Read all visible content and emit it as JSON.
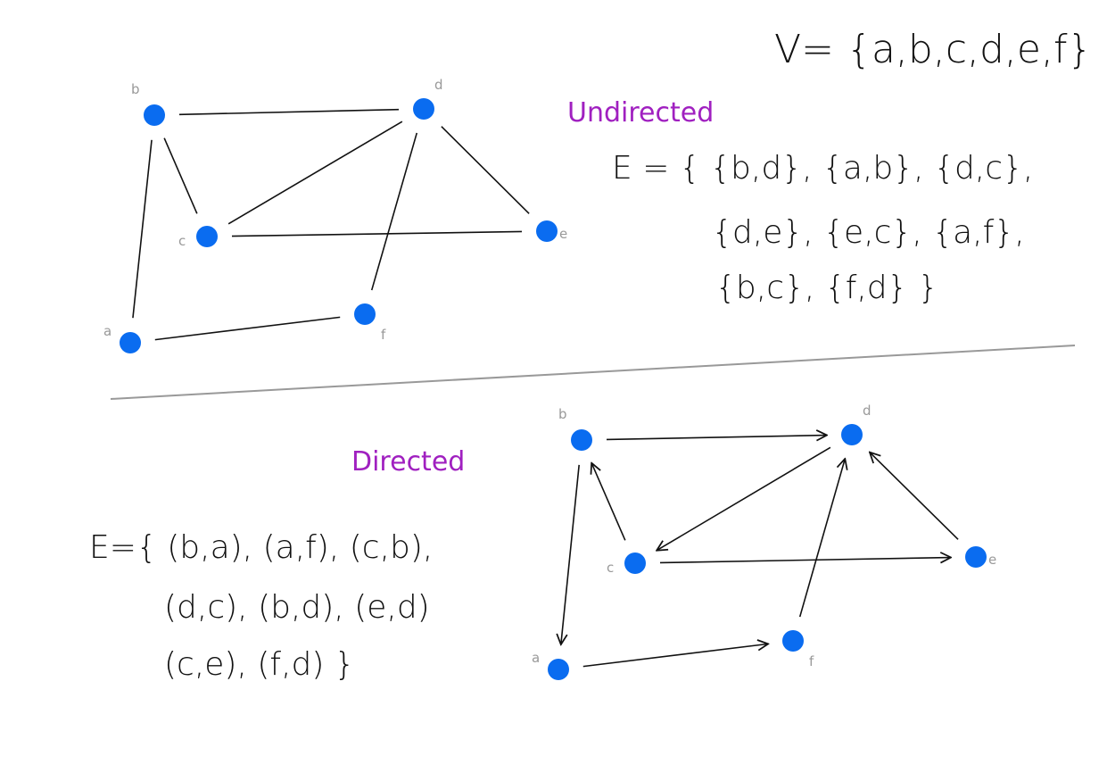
{
  "colors": {
    "node": "#0a6cf0",
    "title": "#a020c0",
    "divider": "#999999",
    "label": "#999999"
  },
  "vertex_set": "V= {a,b,c,d,e,f}",
  "undirected": {
    "title": "Undirected",
    "edge_lines": [
      "E = { {b,d}, {a,b}, {d,c},",
      "{d,e}, {e,c}, {a,f},",
      "{b,c}, {f,d} }"
    ],
    "nodes": [
      {
        "id": "b",
        "label": "b"
      },
      {
        "id": "d",
        "label": "d"
      },
      {
        "id": "c",
        "label": "c"
      },
      {
        "id": "e",
        "label": "e"
      },
      {
        "id": "a",
        "label": "a"
      },
      {
        "id": "f",
        "label": "f"
      }
    ],
    "edges": [
      [
        "b",
        "d"
      ],
      [
        "a",
        "b"
      ],
      [
        "d",
        "c"
      ],
      [
        "d",
        "e"
      ],
      [
        "e",
        "c"
      ],
      [
        "a",
        "f"
      ],
      [
        "b",
        "c"
      ],
      [
        "f",
        "d"
      ]
    ]
  },
  "directed": {
    "title": "Directed",
    "edge_lines": [
      "E={ (b,a), (a,f), (c,b),",
      "(d,c), (b,d), (e,d)",
      "(c,e), (f,d) }"
    ],
    "nodes": [
      {
        "id": "b",
        "label": "b"
      },
      {
        "id": "d",
        "label": "d"
      },
      {
        "id": "c",
        "label": "c"
      },
      {
        "id": "e",
        "label": "e"
      },
      {
        "id": "a",
        "label": "a"
      },
      {
        "id": "f",
        "label": "f"
      }
    ],
    "edges": [
      [
        "b",
        "a"
      ],
      [
        "a",
        "f"
      ],
      [
        "c",
        "b"
      ],
      [
        "d",
        "c"
      ],
      [
        "b",
        "d"
      ],
      [
        "e",
        "d"
      ],
      [
        "c",
        "e"
      ],
      [
        "f",
        "d"
      ]
    ]
  }
}
